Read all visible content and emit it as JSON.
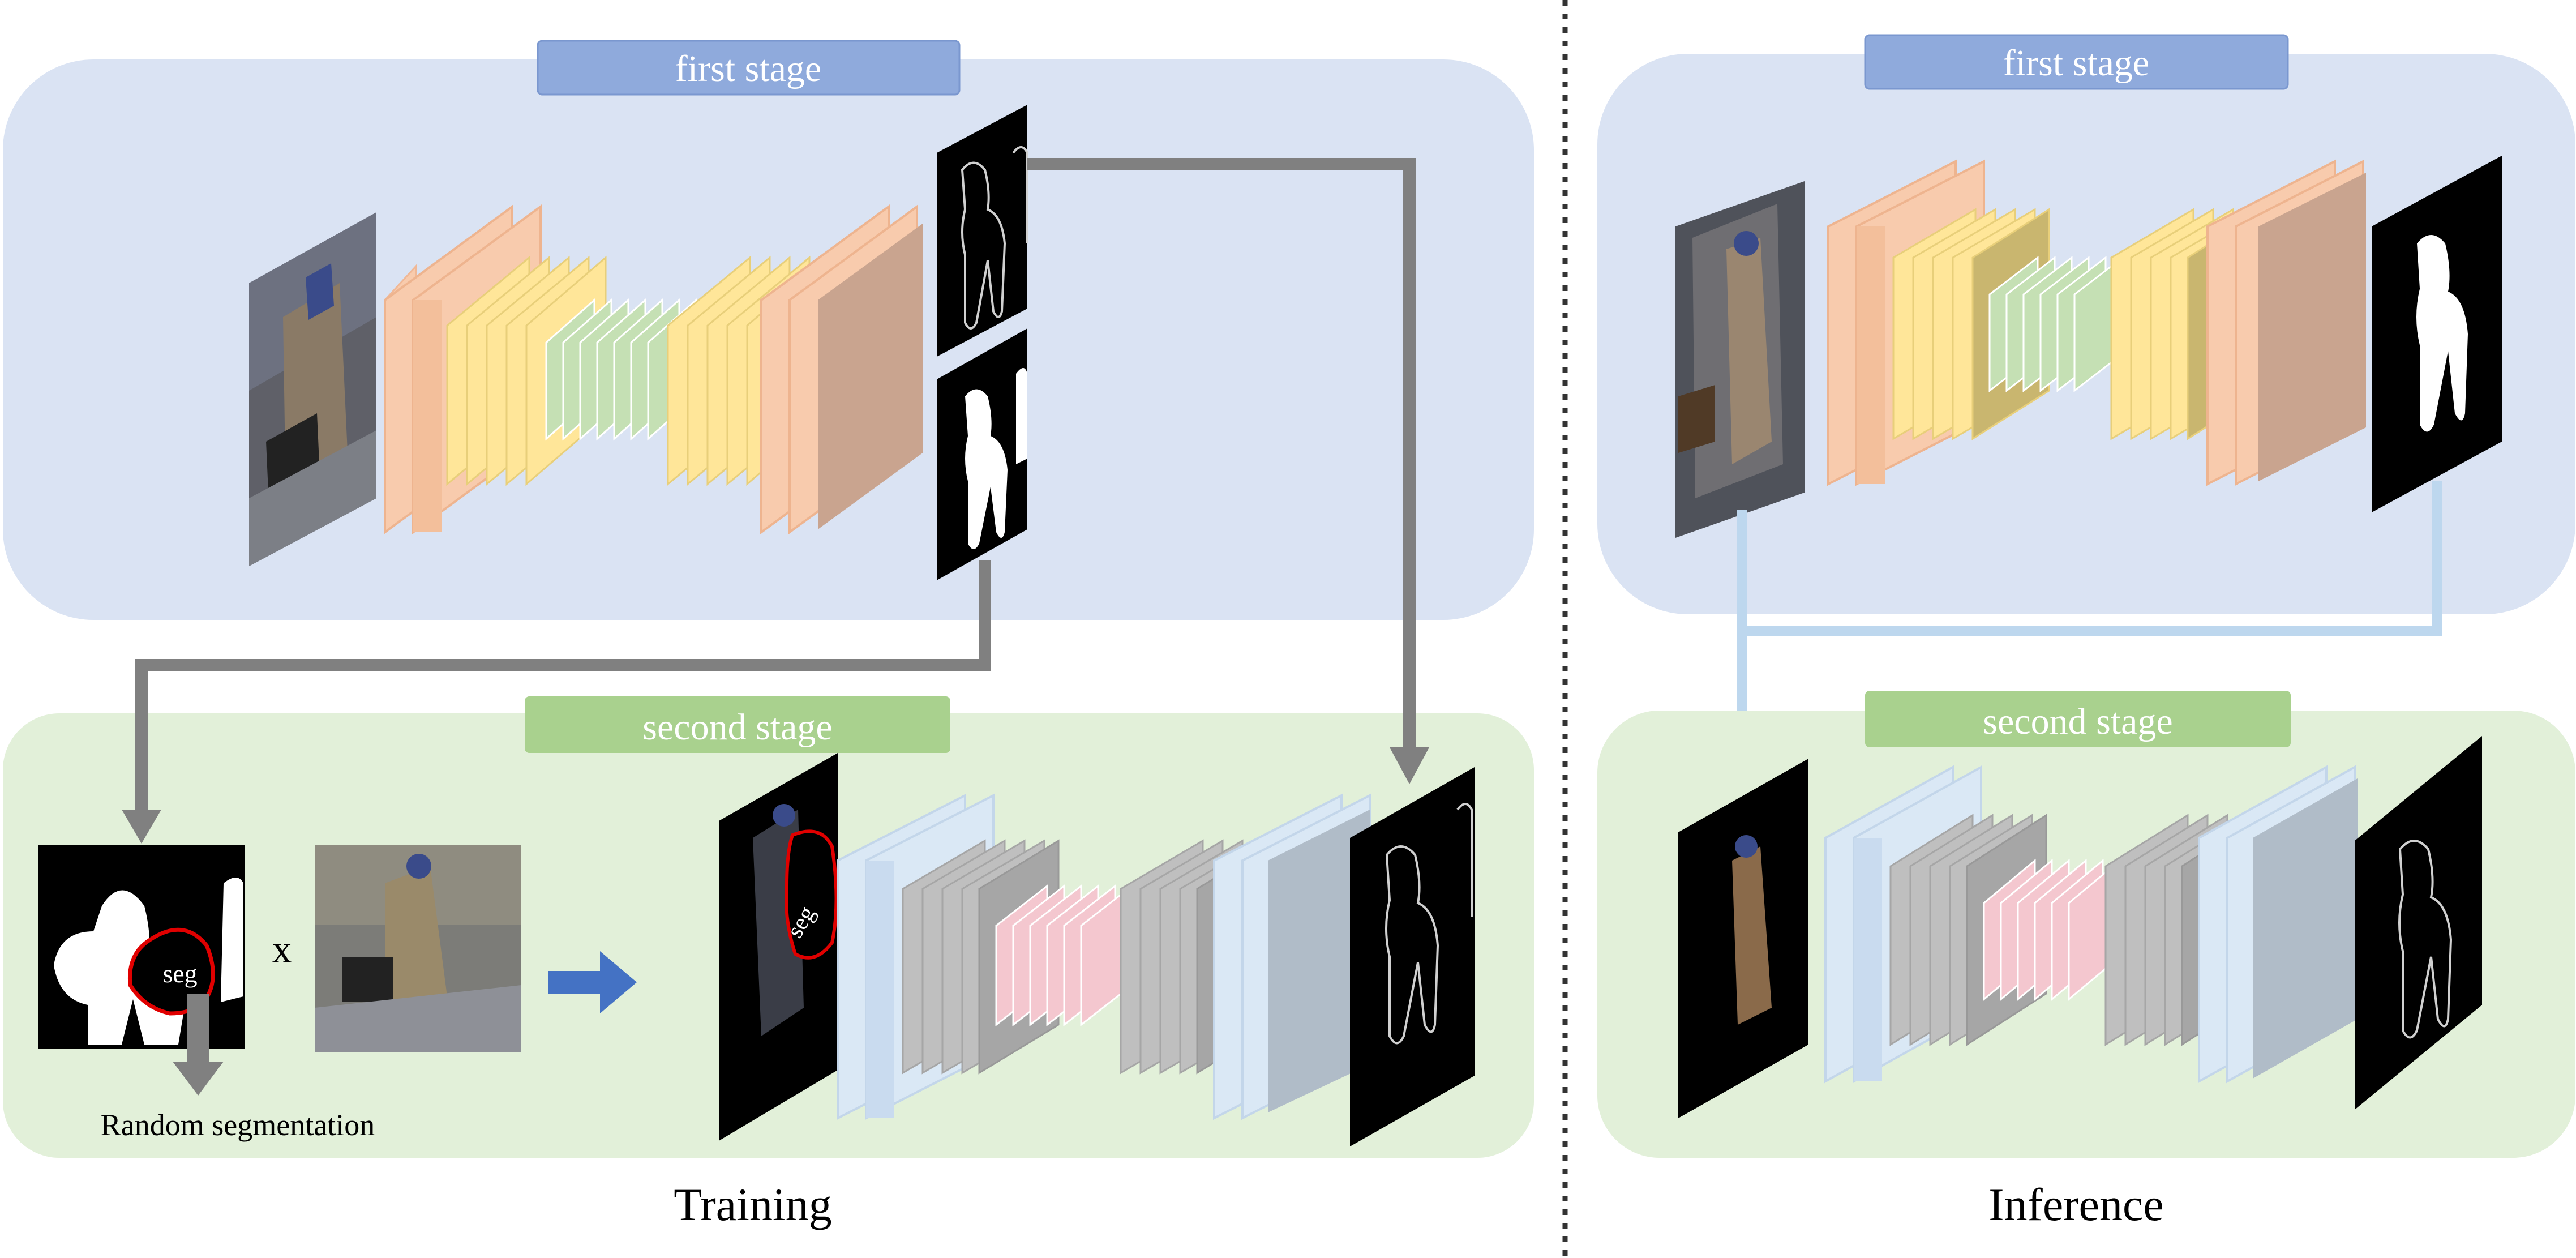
{
  "training": {
    "caption": "Training",
    "first_stage_label": "first stage",
    "second_stage_label": "second stage",
    "seg_label": "seg",
    "seg_label_small": "seg",
    "multiply_symbol": "x",
    "random_seg_label": "Random segmentation"
  },
  "inference": {
    "caption": "Inference",
    "first_stage_label": "first stage",
    "second_stage_label": "second stage"
  },
  "colors": {
    "first_stage_panel": "#dae3f3",
    "second_stage_panel": "#e2f0d9",
    "first_stage_badge": "#8faadc",
    "second_stage_badge": "#a9d18e",
    "encoder_salmon": "#f8cbad",
    "encoder_yellow": "#ffe699",
    "bottleneck_green": "#c5e0b4",
    "decoder_blue": "#dae8f5",
    "decoder_gray": "#bfbfbf",
    "bottleneck_pink": "#f4c7cf",
    "arrow_gray": "#808080",
    "arrow_blue": "#4472c4",
    "arrow_light_blue": "#bdd7ee",
    "seg_outline": "#e00000"
  }
}
